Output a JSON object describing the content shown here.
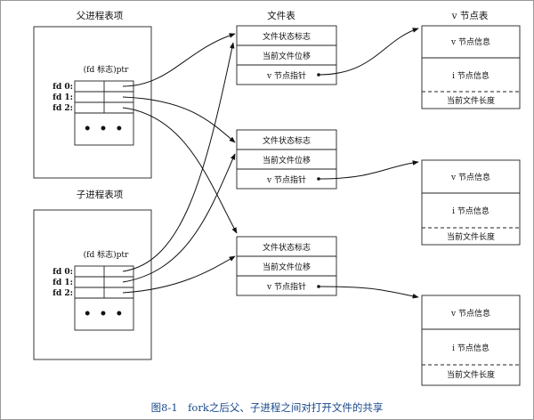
{
  "titles": {
    "parent": "父进程表项",
    "child": "子进程表项",
    "file_table": "文件表",
    "vnode_table": "v 节点表"
  },
  "process_table": {
    "header": "(fd 标志)ptr",
    "fd_labels": [
      "fd 0:",
      "fd 1:",
      "fd 2:"
    ],
    "ellipsis": "• • •"
  },
  "file_table_entry": {
    "status": "文件状态标志",
    "offset": "当前文件位移",
    "vptr": "v 节点指针"
  },
  "vnode_entry": {
    "vinfo": "v 节点信息",
    "iinfo": "i 节点信息",
    "length": "当前文件长度"
  },
  "caption": "图8-1　fork之后父、子进程之间对打开文件的共享"
}
